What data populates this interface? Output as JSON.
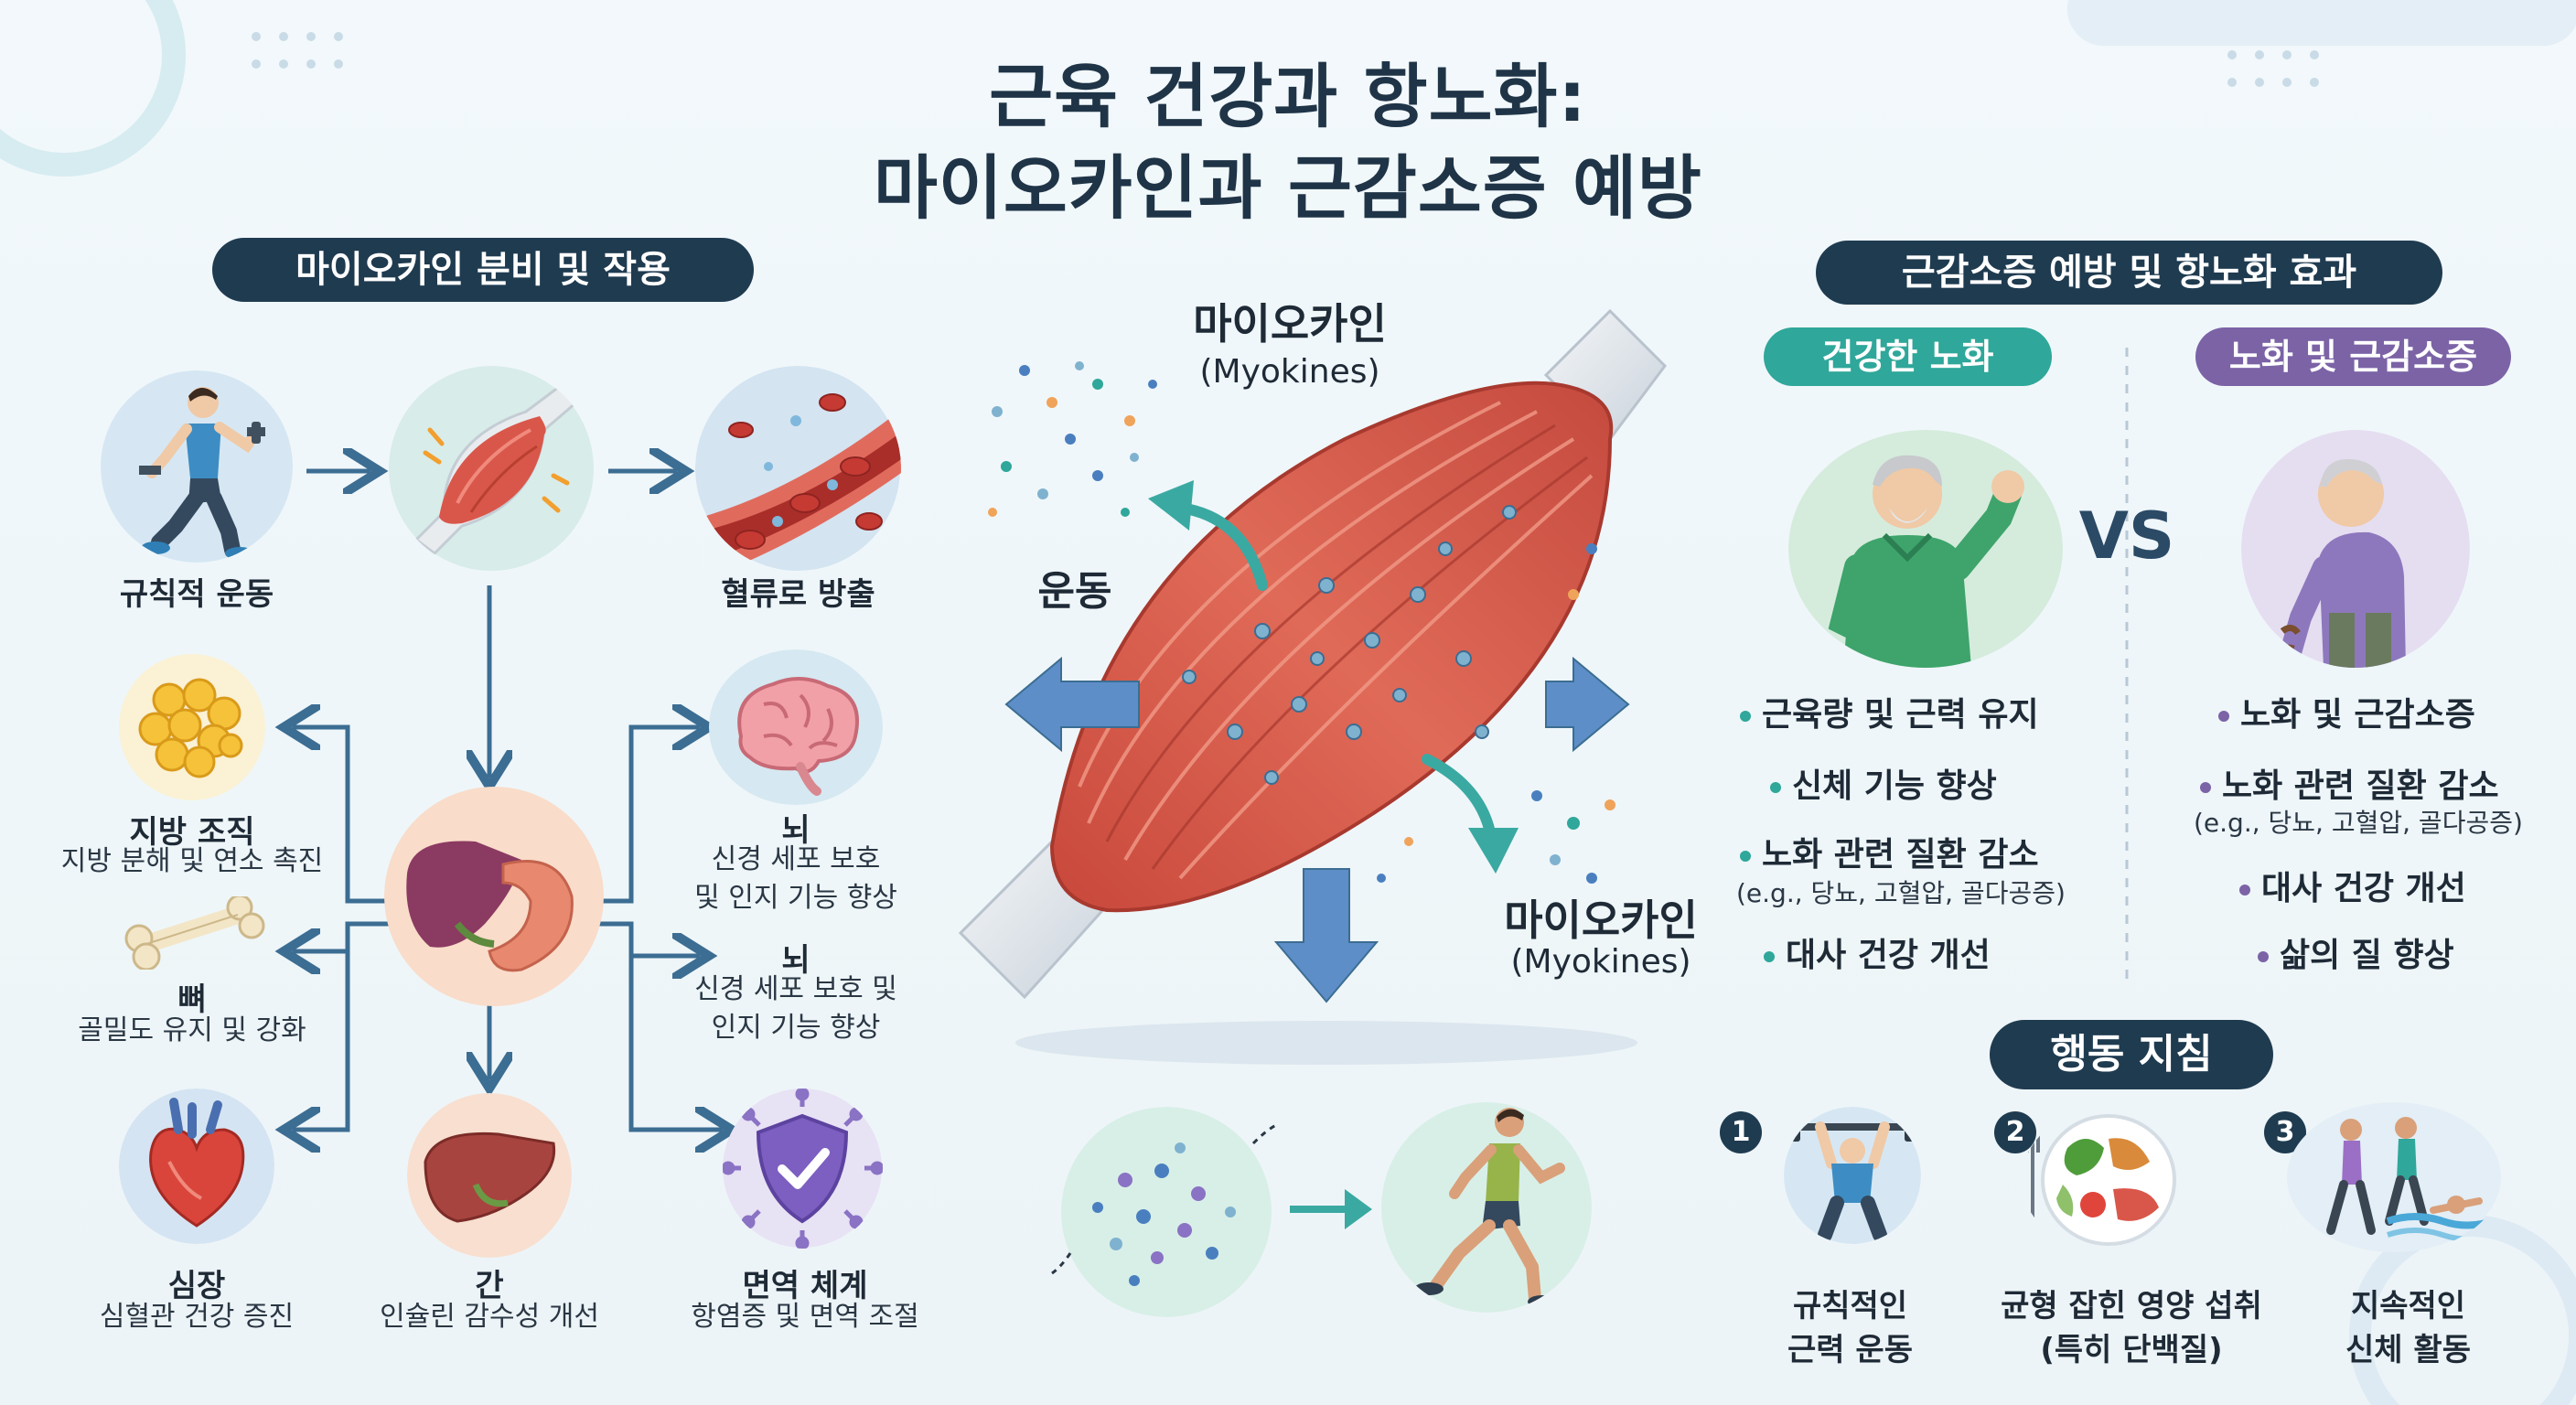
{
  "title": {
    "line1": "근육 건강과 항노화:",
    "line2": "마이오카인과 근감소증 예방"
  },
  "left": {
    "heading": "마이오카인 분비 및 작용",
    "flow": {
      "exercise_label": "규칙적 운동",
      "blood_label": "혈류로 방출"
    },
    "targets": {
      "fat": {
        "label": "지방 조직",
        "desc": "지방 분해 및 연소 촉진"
      },
      "bone": {
        "label": "뼈",
        "desc": "골밀도 유지 및 강화"
      },
      "heart": {
        "label": "심장",
        "desc": "심혈관 건강 증진"
      },
      "liver": {
        "label": "간",
        "desc": "인슐린 감수성 개선"
      },
      "brain1": {
        "label": "뇌",
        "desc1": "신경 세포 보호",
        "desc2": "및 인지 기능 향상"
      },
      "brain2": {
        "label": "뇌",
        "desc1": "신경 세포 보호 및",
        "desc2": "인지 기능 향상"
      },
      "immune": {
        "label": "면역 체계",
        "desc": "항염증 및 면역 조절"
      }
    }
  },
  "center": {
    "myokine_top": {
      "label": "마이오카인",
      "en": "(Myokines)"
    },
    "exercise_label": "운동",
    "myokine_bottom": {
      "label": "마이오카인",
      "en": "(Myokines)"
    }
  },
  "right": {
    "heading": "근감소증 예방 및 항노화 효과",
    "healthy": {
      "pill": "건강한 노화",
      "bullets": [
        "근육량 및 근력 유지",
        "신체 기능 향상",
        "노화 관련 질환 감소",
        "대사 건강 개선"
      ],
      "note": "(e.g., 당뇨, 고혈압, 골다공증)"
    },
    "vs": "VS",
    "aging": {
      "pill": "노화 및 근감소증",
      "bullets": [
        "노화 및 근감소증",
        "노화 관련 질환 감소",
        "대사 건강 개선",
        "삶의 질 향상"
      ],
      "note": "(e.g., 당뇨, 고혈압, 골다공증)"
    },
    "guide": {
      "heading": "행동 지침",
      "items": [
        {
          "num": "1",
          "line1": "규칙적인",
          "line2": "근력 운동"
        },
        {
          "num": "2",
          "line1": "균형 잡힌 영양 섭취",
          "line2": "(특히 단백질)"
        },
        {
          "num": "3",
          "line1": "지속적인",
          "line2": "신체 활동"
        }
      ]
    }
  },
  "colors": {
    "navy": "#1f3b50",
    "green": "#2fa79a",
    "purple": "#7b63a6",
    "muscle": "#d9574a",
    "arrow_blue": "#4a7fbf"
  }
}
